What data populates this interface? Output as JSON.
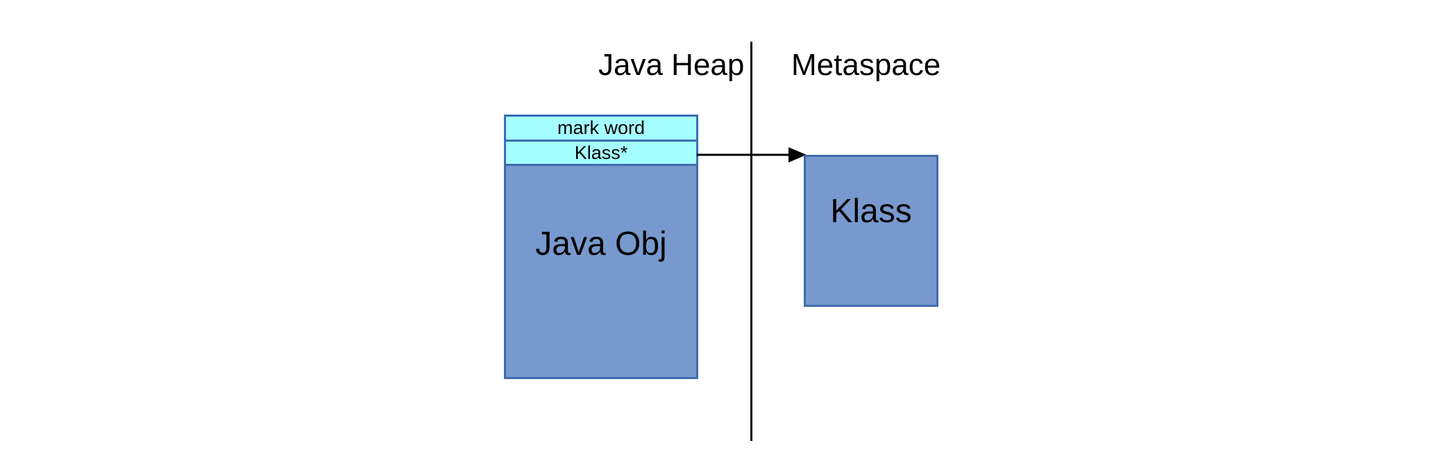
{
  "diagram": {
    "left_region_label": "Java Heap",
    "right_region_label": "Metaspace",
    "java_object": {
      "rows": [
        {
          "label": "mark word"
        },
        {
          "label": "Klass*"
        }
      ],
      "body_label": "Java Obj"
    },
    "klass_box": {
      "label": "Klass"
    },
    "colors": {
      "header_fill": "#a5feff",
      "header_border": "#3b6fb6",
      "body_fill": "#7899ce",
      "body_border": "#416bac",
      "line": "#000000"
    }
  }
}
